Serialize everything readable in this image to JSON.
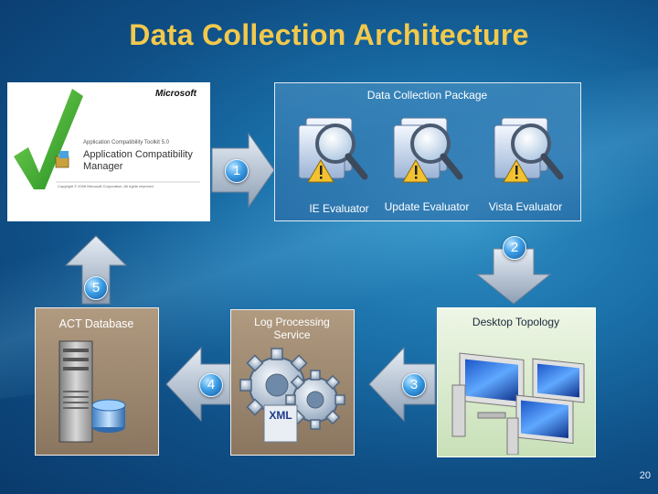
{
  "title": "Data Collection Architecture",
  "splash": {
    "brand": "Microsoft",
    "product_line": "Application Compatibility Toolkit 5.0",
    "product_name_1": "Application Compatibility",
    "product_name_2": "Manager",
    "copyright": "Copyright © 2006 Microsoft Corporation. All rights reserved."
  },
  "package": {
    "label": "Data Collection Package",
    "evaluators": [
      "IE Evaluator",
      "Update Evaluator",
      "Vista Evaluator"
    ]
  },
  "act_database": {
    "label": "ACT Database"
  },
  "log_processing": {
    "label_line1": "Log Processing",
    "label_line2": "Service",
    "xml_label": "XML"
  },
  "desktop_topology": {
    "label": "Desktop Topology"
  },
  "steps": [
    "1",
    "2",
    "3",
    "4",
    "5"
  ],
  "page_number": "20",
  "colors": {
    "title": "#f2c94c",
    "badge": "#3c9ee6",
    "arrow": "#a9b6c6"
  }
}
